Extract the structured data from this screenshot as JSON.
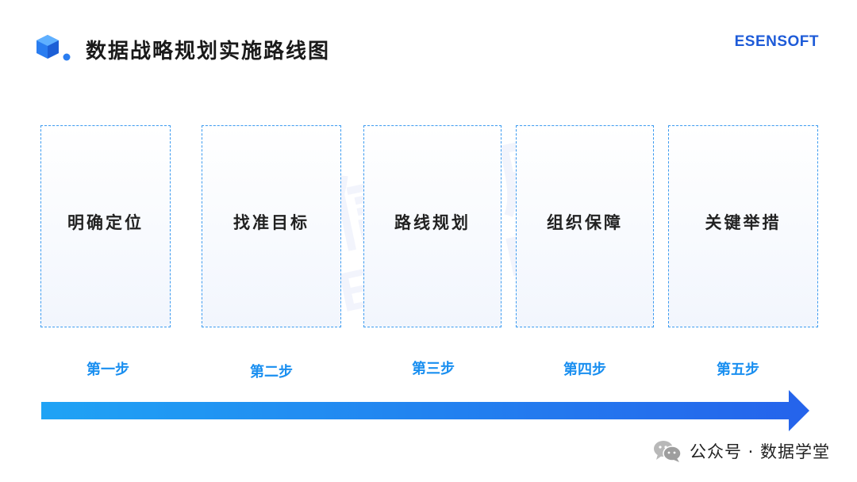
{
  "header": {
    "title": "数据战略规划实施路线图",
    "brand": "ESENSOFT"
  },
  "watermark": {
    "chinese": "亿信华辰",
    "english": "ESENSOFT"
  },
  "stages": [
    {
      "label": "明确定位",
      "step": "第一步"
    },
    {
      "label": "找准目标",
      "step": "第二步"
    },
    {
      "label": "路线规划",
      "step": "第三步"
    },
    {
      "label": "组织保障",
      "step": "第四步"
    },
    {
      "label": "关键举措",
      "step": "第五步"
    }
  ],
  "footer": {
    "text": "公众号 · 数据学堂"
  },
  "colors": {
    "accent": "#1a8ff0",
    "brand": "#1e5bd8",
    "box_border": "#3c9bf0",
    "arrow_start": "#1fa3f5",
    "arrow_end": "#2563eb"
  }
}
